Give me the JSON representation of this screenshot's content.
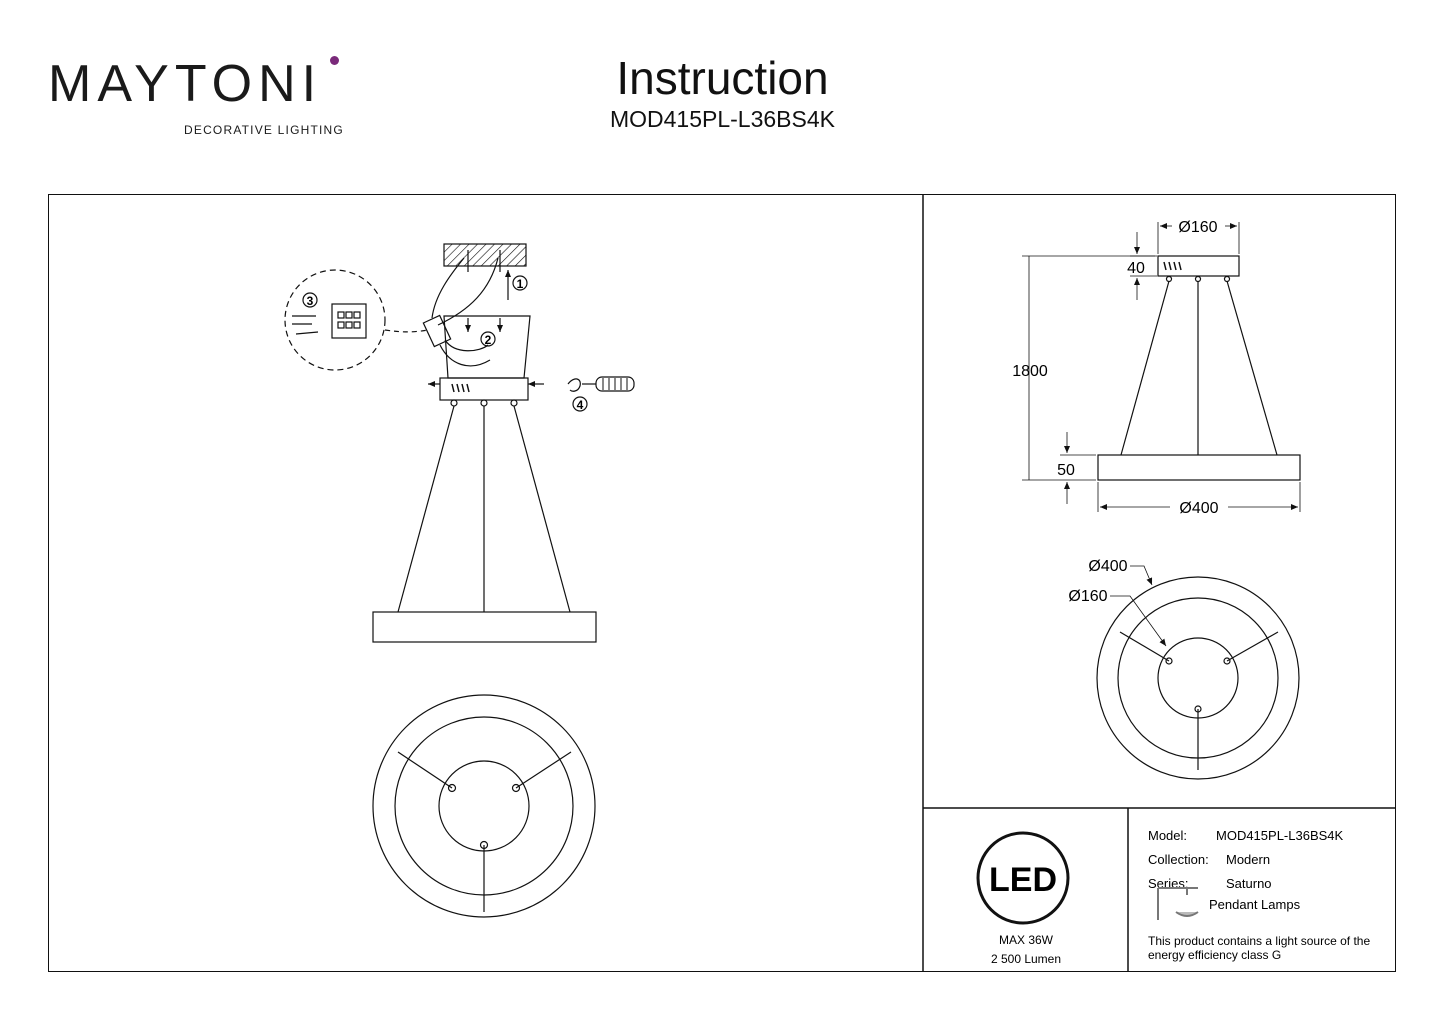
{
  "brand": {
    "name": "MAYTONI",
    "tagline": "DECORATIVE LIGHTING",
    "accent_color": "#7a2a7a"
  },
  "header": {
    "title": "Instruction",
    "model": "MOD415PL-L36BS4K"
  },
  "install": {
    "steps": [
      "1",
      "2",
      "3",
      "4"
    ]
  },
  "dimensions": {
    "canopy_diameter": "Ø160",
    "canopy_height": "40",
    "total_height": "1800",
    "ring_height": "50",
    "ring_diameter": "Ø400",
    "top_ring_diameter": "Ø400",
    "top_canopy_diameter": "Ø160"
  },
  "led": {
    "logo": "LED",
    "power": "MAX 36W",
    "lumen": "2 500 Lumen"
  },
  "specs": {
    "model_label": "Model:",
    "model_value": "MOD415PL-L36BS4K",
    "collection_label": "Collection:",
    "collection_value": "Modern",
    "series_label": "Series:",
    "series_value": "Saturno",
    "type_value": "Pendant Lamps",
    "energy_note_1": "This product contains a light source of the",
    "energy_note_2": "energy efficiency class G"
  },
  "icons": {
    "pendant": "pendant-lamp-icon",
    "screwdriver": "screwdriver-icon"
  }
}
